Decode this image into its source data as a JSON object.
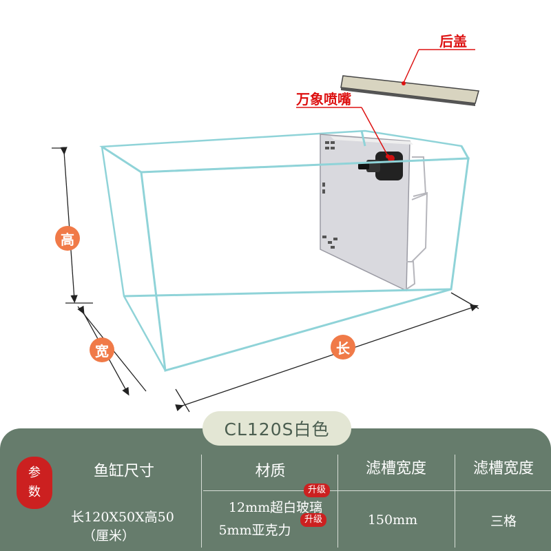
{
  "diagram": {
    "labels": {
      "rear_cover": "后盖",
      "nozzle": "万象喷嘴",
      "height": "高",
      "width": "宽",
      "length": "长"
    }
  },
  "spec": {
    "model": "CL120S白色",
    "badge_line1": "参",
    "badge_line2": "数",
    "headers": [
      "鱼缸尺寸",
      "材质",
      "滤槽宽度",
      "滤槽宽度"
    ],
    "size_line1": "长120X50X高50",
    "size_line2": "（厘米）",
    "material_line1": "12mm超白玻璃",
    "material_line2": "5mm亚克力",
    "upgrade_tag": "升级",
    "filter_width": "150mm",
    "filter_compartments": "三格"
  },
  "colors": {
    "panel": "#667c6c",
    "pill": "#e3e6d4",
    "badge": "#cc2020",
    "callout": "#dd1111",
    "dimension_circle": "#f07a48",
    "glass_edge": "#8fd3d8"
  }
}
